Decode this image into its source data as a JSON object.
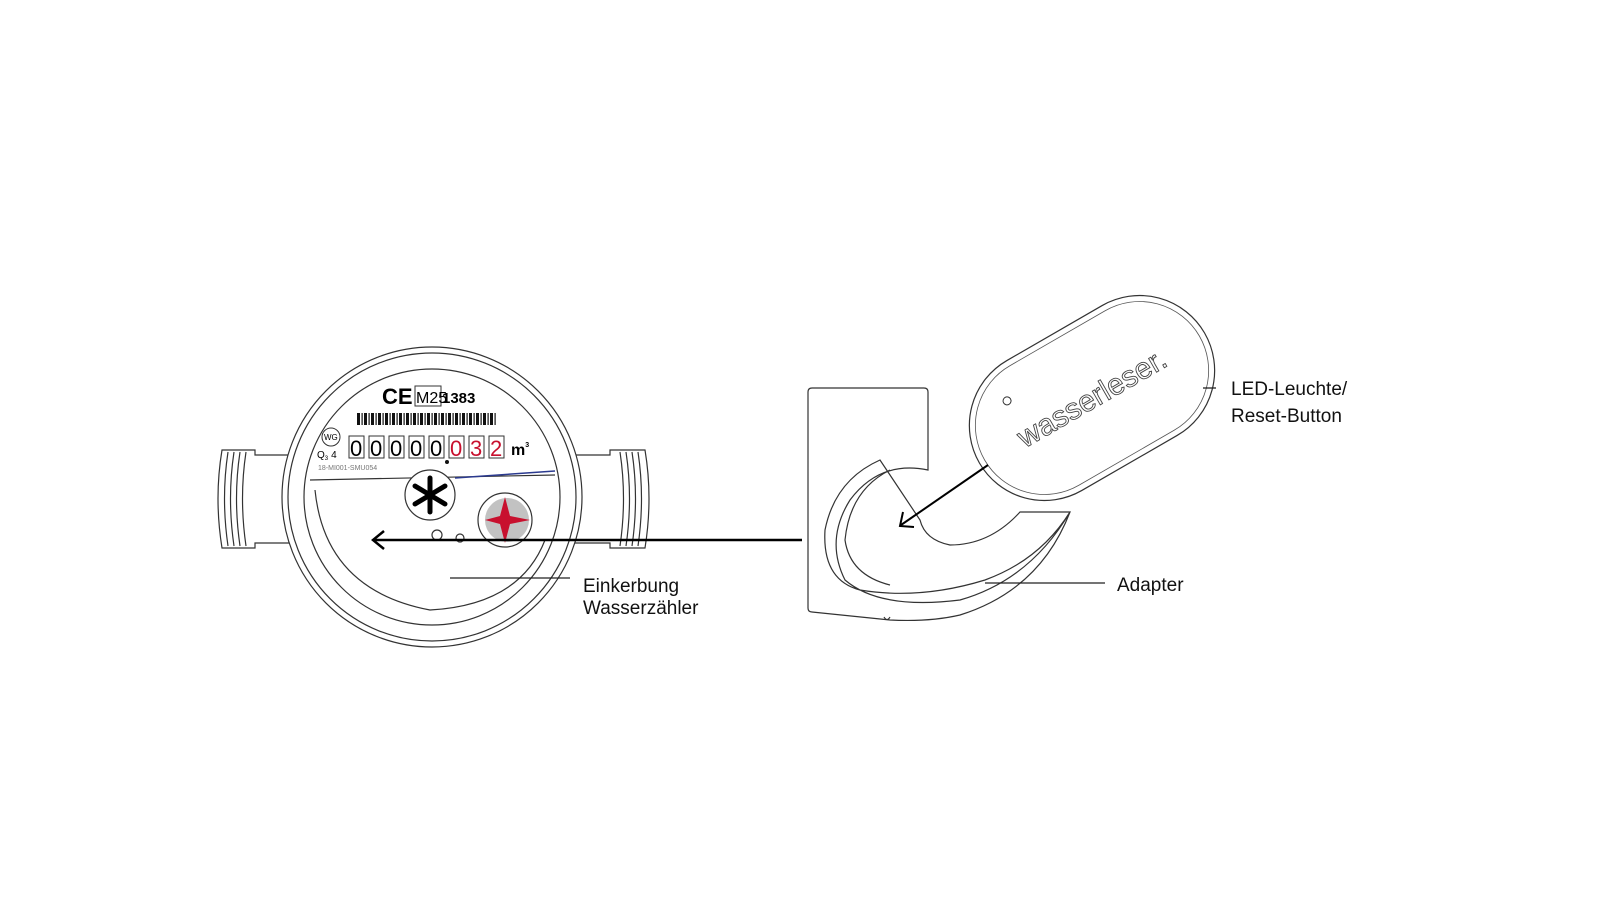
{
  "labels": {
    "notch_line1": "Einkerbung",
    "notch_line2": "Wasserzähler",
    "adapter": "Adapter",
    "led_line1": "LED-Leuchte/",
    "led_line2": "Reset-Button"
  },
  "meter": {
    "ce_mark": "CE",
    "metrology_mark": "M25",
    "cert_number": "1383",
    "badge": "WG",
    "q_label": "Q",
    "q_sub": "3",
    "q_value": "4",
    "digits_black": [
      "0",
      "0",
      "0",
      "0",
      "0"
    ],
    "digits_red": [
      "0",
      "3",
      "2"
    ],
    "unit": "m",
    "unit_sup": "3",
    "serial": "18-MI001-SMU054"
  },
  "device": {
    "brand": "wasserleser."
  },
  "colors": {
    "line": "#222222",
    "red": "#c8102e",
    "blue": "#2b3a8f"
  }
}
